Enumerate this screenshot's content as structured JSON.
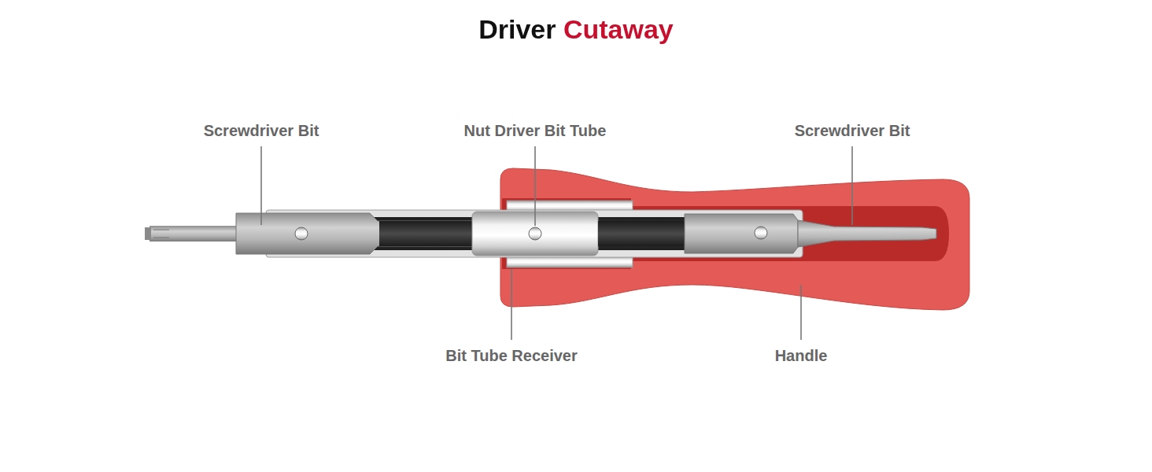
{
  "diagram": {
    "title": "Driver Cutaway",
    "labels": [
      "Screwdriver Bit",
      "Nut Driver Bit Tube",
      "Screwdriver Bit",
      "Bit Tube Receiver",
      "Handle"
    ]
  }
}
